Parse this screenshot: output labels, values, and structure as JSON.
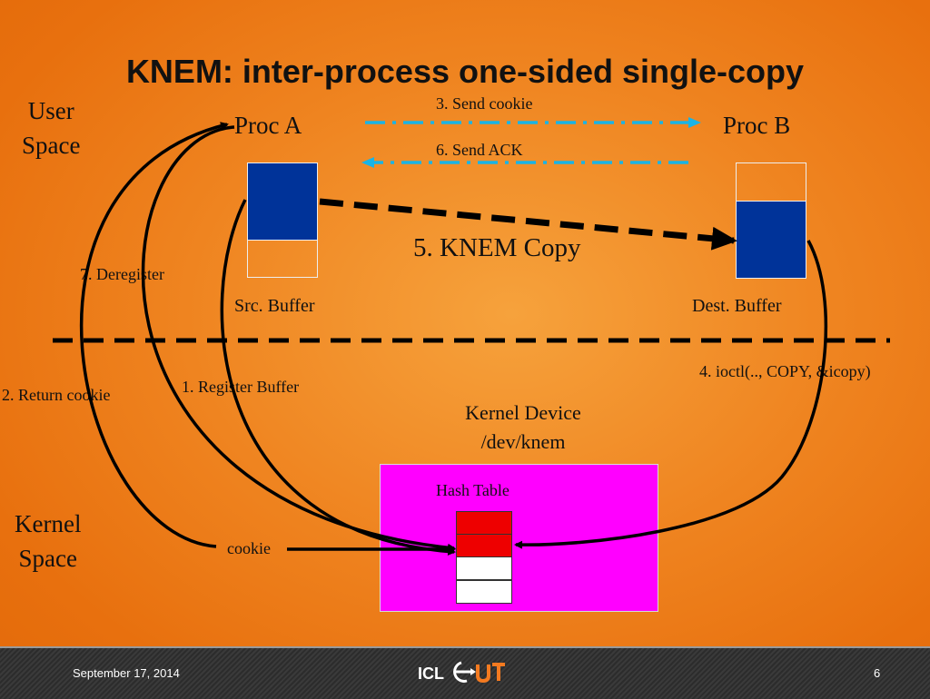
{
  "title": "KNEM: inter-process one-sided single-copy",
  "regions": {
    "user_space": "User\nSpace",
    "kernel_space": "Kernel\nSpace"
  },
  "processes": {
    "a": "Proc A",
    "b": "Proc B"
  },
  "buffers": {
    "src": "Src. Buffer",
    "dest": "Dest. Buffer"
  },
  "steps": {
    "register": "1. Register Buffer",
    "return_cookie": "2. Return cookie",
    "send_cookie": "3. Send cookie",
    "ioctl": "4. ioctl(.., COPY, &icopy)",
    "copy": "5. KNEM Copy",
    "send_ack": "6. Send ACK",
    "deregister": "7.  Deregister"
  },
  "kernel_device": "Kernel Device\n/dev/knem",
  "hash_table": "Hash Table",
  "cookie_label": "cookie",
  "colors": {
    "buffer_fill": "#003399",
    "hash_box": "#ff00ff",
    "hash_used": "#ee0000",
    "hash_free": "#ffffff",
    "message_arrow": "#19b4e6",
    "copy_arrow": "#000000"
  },
  "footer": {
    "date": "September 17, 2014",
    "page": "6",
    "logo_text": "ICL UT"
  }
}
